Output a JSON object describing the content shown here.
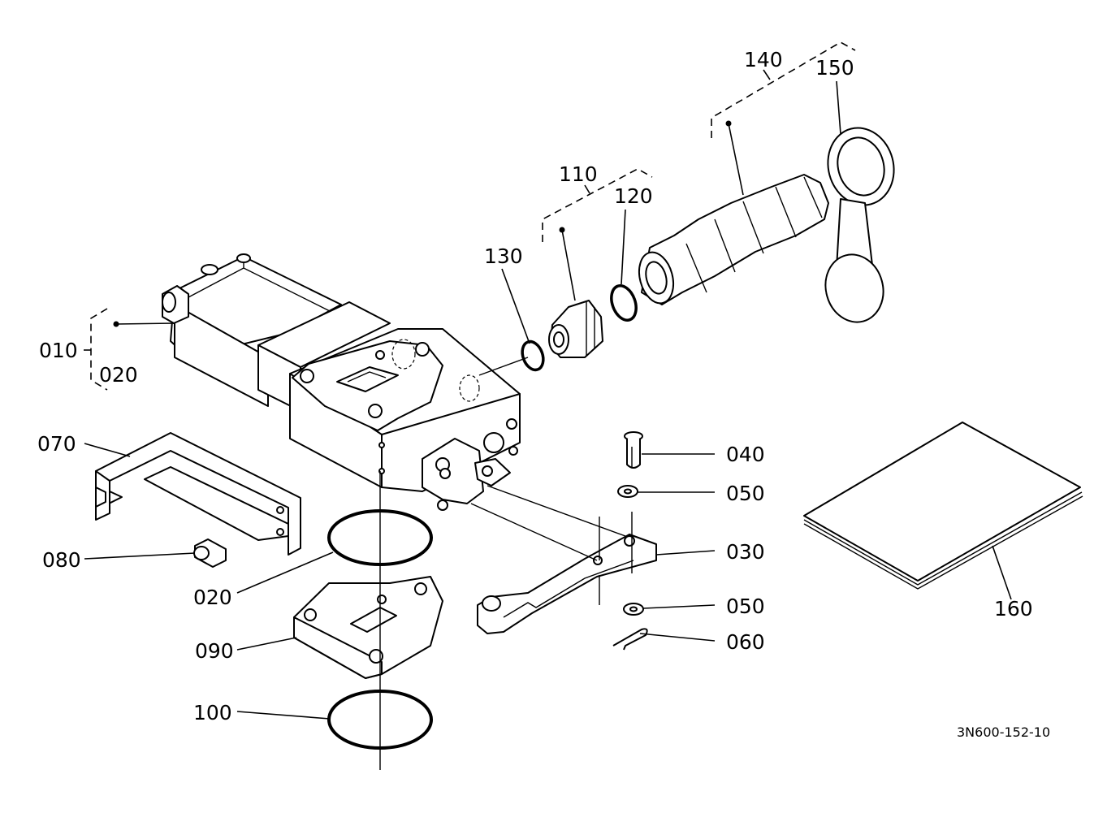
{
  "diagram": {
    "drawing_number": "3N600-152-10",
    "callouts": {
      "c010": "010",
      "c020a": "020",
      "c020b": "020",
      "c030": "030",
      "c040": "040",
      "c050a": "050",
      "c050b": "050",
      "c060": "060",
      "c070": "070",
      "c080": "080",
      "c090": "090",
      "c100": "100",
      "c110": "110",
      "c120": "120",
      "c130": "130",
      "c140": "140",
      "c150": "150",
      "c160": "160"
    }
  }
}
